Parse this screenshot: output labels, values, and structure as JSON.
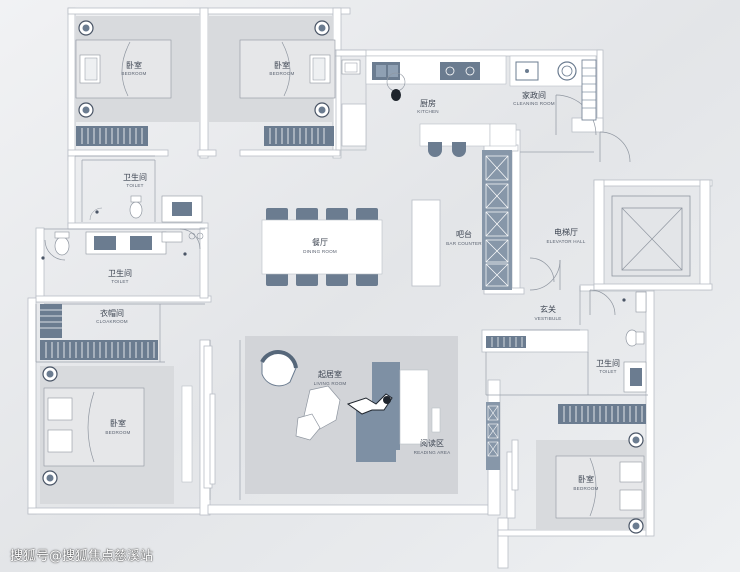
{
  "colors": {
    "wall": "#ffffff",
    "wall_edge": "#b9bec6",
    "background": "#eceef0",
    "rug": "#d2d4d8",
    "furniture": "#7e90a4",
    "furniture_dark": "#56677a",
    "line": "#8f96a0"
  },
  "rooms": {
    "bedroom_nw": {
      "zh": "卧室",
      "en": "BEDROOM"
    },
    "bedroom_n": {
      "zh": "卧室",
      "en": "BEDROOM"
    },
    "kitchen": {
      "zh": "厨房",
      "en": "KITCHEN"
    },
    "cleaning": {
      "zh": "家政间",
      "en": "CLEANING ROOM"
    },
    "toilet_1": {
      "zh": "卫生间",
      "en": "TOILET"
    },
    "toilet_2": {
      "zh": "卫生间",
      "en": "TOILET"
    },
    "dining": {
      "zh": "餐厅",
      "en": "DINING ROOM"
    },
    "bar": {
      "zh": "吧台",
      "en": "BAR COUNTER"
    },
    "elevator": {
      "zh": "电梯厅",
      "en": "ELEVATOR HALL"
    },
    "cloakroom": {
      "zh": "衣帽间",
      "en": "CLOAKROOM"
    },
    "vestibule": {
      "zh": "玄关",
      "en": "VESTIBULE"
    },
    "living": {
      "zh": "起居室",
      "en": "LIVING ROOM"
    },
    "toilet_3": {
      "zh": "卫生间",
      "en": "TOILET"
    },
    "bedroom_sw": {
      "zh": "卧室",
      "en": "BEDROOM"
    },
    "reading": {
      "zh": "阅读区",
      "en": "READING AREA"
    },
    "bedroom_se": {
      "zh": "卧室",
      "en": "BEDROOM"
    }
  },
  "watermark": "搜狐号@搜狐焦点慈溪站"
}
